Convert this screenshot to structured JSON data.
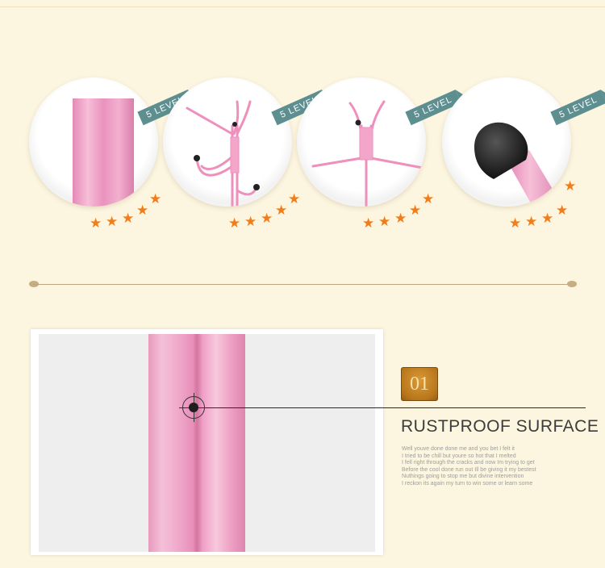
{
  "badges": [
    {
      "ribbon": "5 LEVEL",
      "stars": 5,
      "subject": "pink-tube"
    },
    {
      "ribbon": "5 LEVEL",
      "stars": 5,
      "subject": "hooks"
    },
    {
      "ribbon": "5 LEVEL",
      "stars": 5,
      "subject": "tripod-base"
    },
    {
      "ribbon": "5 LEVEL",
      "stars": 5,
      "subject": "rubber-foot"
    }
  ],
  "colors": {
    "background": "#fcf5df",
    "ribbon": "#5d8f91",
    "star": "#f07d1a",
    "pole_pink": "#ef9fc6",
    "tag_gold": "#c4842a"
  },
  "detail": {
    "number": "01",
    "title": "RUSTPROOF SURFACE",
    "body_lines": [
      "Well youve done done me and you bet I felt it",
      "I tried to be chill but youre so hot that I melted",
      "I fell right through the cracks and now Im trying to get",
      "Before the cool done run out Ill be giving it my bestest",
      "Nuthings going to stop me but divine intervention",
      "I reckon its again my turn to win some or learn some"
    ]
  }
}
